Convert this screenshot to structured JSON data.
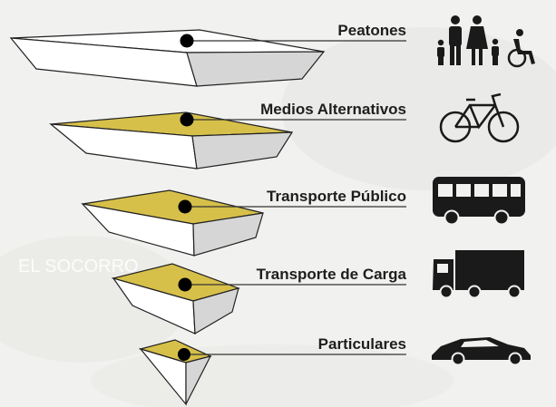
{
  "watermark": "EL SOCORRO",
  "colors": {
    "background": "#f1f1ef",
    "top_face_fill": "#d6c04a",
    "top_face_white": "#ffffff",
    "side_face": "#d6d6d6",
    "edge": "#222222",
    "dot": "#000000",
    "icon": "#1a1a1a"
  },
  "levels": [
    {
      "label": "Peatones",
      "icon": "pedestrians-family-icon",
      "top_face_color": "white"
    },
    {
      "label": "Medios Alternativos",
      "icon": "bicycle-icon",
      "top_face_color": "yellow"
    },
    {
      "label": "Transporte Público",
      "icon": "bus-icon",
      "top_face_color": "yellow"
    },
    {
      "label": "Transporte de Carga",
      "icon": "truck-icon",
      "top_face_color": "yellow"
    },
    {
      "label": "Particulares",
      "icon": "car-icon",
      "top_face_color": "yellow"
    }
  ]
}
